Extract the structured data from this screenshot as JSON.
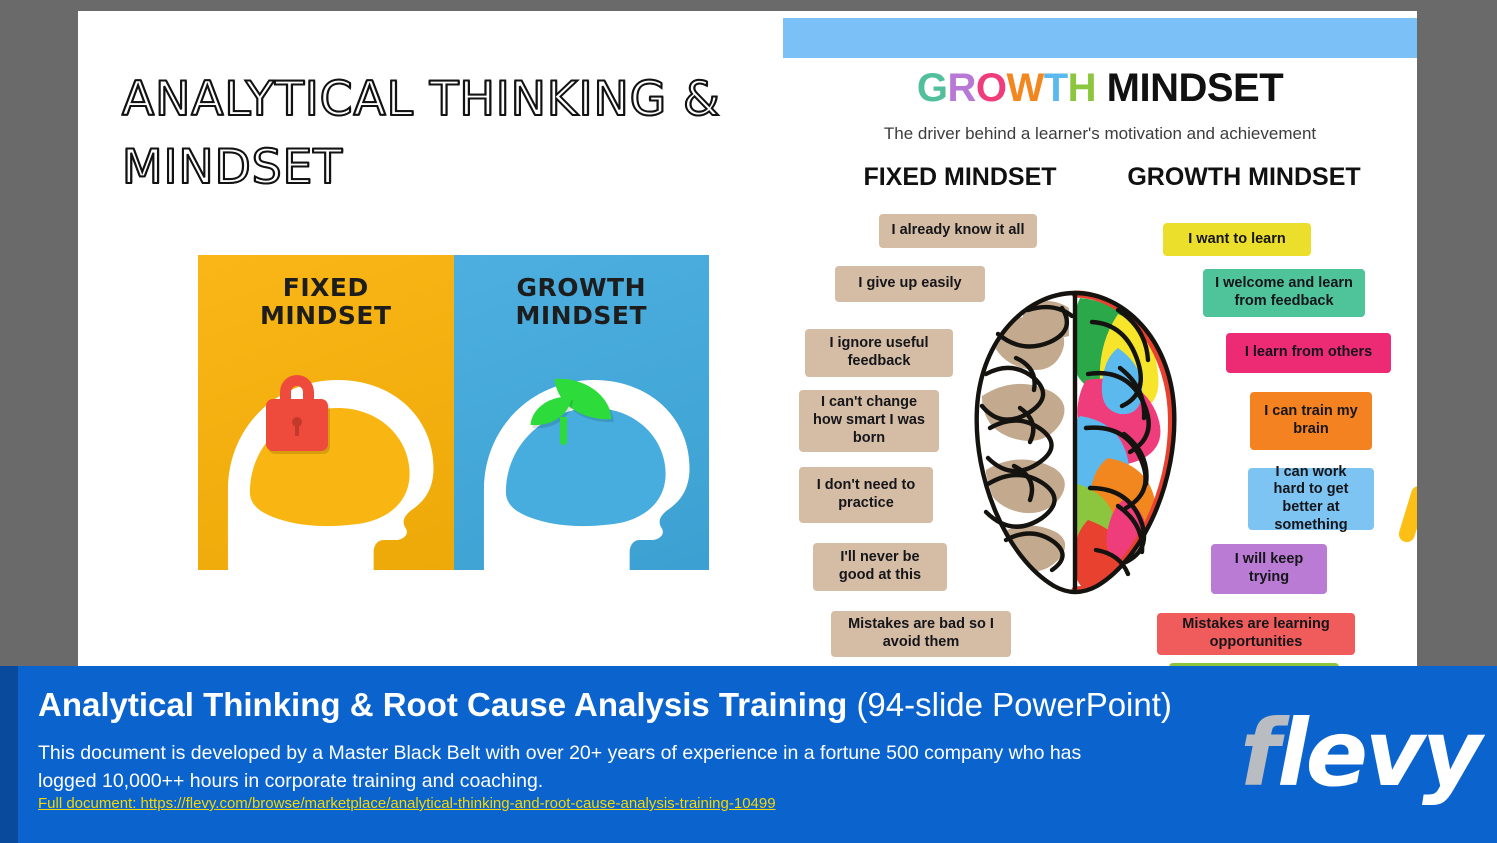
{
  "slide": {
    "title": "Analytical Thinking & Mindset",
    "left_photo": {
      "fixed_panel": {
        "label": "FIXED\nMINDSET",
        "bg_color": "#f9b208",
        "icon": "lock-icon",
        "icon_color": "#ef4b3c"
      },
      "growth_panel": {
        "label": "GROWTH\nMINDSET",
        "bg_color": "#3fa9dd",
        "icon": "plant-leaf-icon",
        "icon_color": "#2ddb3a"
      }
    },
    "infographic": {
      "topbar_color": "#7cc0f8",
      "heading_colored": [
        {
          "char": "G",
          "color": "#52bf9b"
        },
        {
          "char": "R",
          "color": "#b879d6"
        },
        {
          "char": "O",
          "color": "#ef3d7c"
        },
        {
          "char": "W",
          "color": "#f3871f"
        },
        {
          "char": "T",
          "color": "#5bb9ee"
        },
        {
          "char": "H",
          "color": "#8cc63f"
        }
      ],
      "heading_black": "MINDSET",
      "subtitle": "The driver behind a learner's motivation and achievement",
      "column_headers": {
        "fixed": "FIXED MINDSET",
        "growth": "GROWTH MINDSET"
      },
      "fixed_items": [
        {
          "text": "I already know it all",
          "color": "#d4bda4"
        },
        {
          "text": "I give up easily",
          "color": "#d4bda4"
        },
        {
          "text": "I ignore useful feedback",
          "color": "#d4bda4"
        },
        {
          "text": "I can't change how smart I was born",
          "color": "#d4bda4"
        },
        {
          "text": "I don't need to practice",
          "color": "#d4bda4"
        },
        {
          "text": "I'll never be good at this",
          "color": "#d4bda4"
        },
        {
          "text": "Mistakes are bad so I avoid them",
          "color": "#d4bda4"
        }
      ],
      "growth_items": [
        {
          "text": "I want to learn",
          "color": "#ecdf2b"
        },
        {
          "text": "I welcome and learn from feedback",
          "color": "#4fc39a"
        },
        {
          "text": "I learn from others",
          "color": "#ed2a74"
        },
        {
          "text": "I can train my brain",
          "color": "#f58220"
        },
        {
          "text": "I can work hard to get better at something",
          "color": "#7dc4f3"
        },
        {
          "text": "I will keep trying",
          "color": "#b97bd4"
        },
        {
          "text": "Mistakes are learning opportunities",
          "color": "#f05b5b"
        },
        {
          "text": "",
          "color": "#8cc63f"
        }
      ],
      "brain": {
        "left_half_color": "#c3a98d",
        "right_half_colors": [
          "#e8412f",
          "#ef3d7c",
          "#2aa84a",
          "#f6e52b",
          "#5bb9ee",
          "#f3871f",
          "#8cc63f"
        ]
      }
    },
    "accent_slash_color": "#fbbf16"
  },
  "banner": {
    "title_bold": "Analytical Thinking & Root Cause Analysis Training",
    "title_light": "(94-slide PowerPoint)",
    "description": "This document is developed by a Master Black Belt with over 20+ years of experience in a fortune 500 company who has logged 10,000++ hours in corporate training and coaching.",
    "link_label": "Full document: https://flevy.com/browse/marketplace/analytical-thinking-and-root-cause-analysis-training-10499",
    "logo_f": "f",
    "logo_rest": "levy",
    "bg_color": "#0b63ce",
    "link_color": "#f5d800"
  }
}
